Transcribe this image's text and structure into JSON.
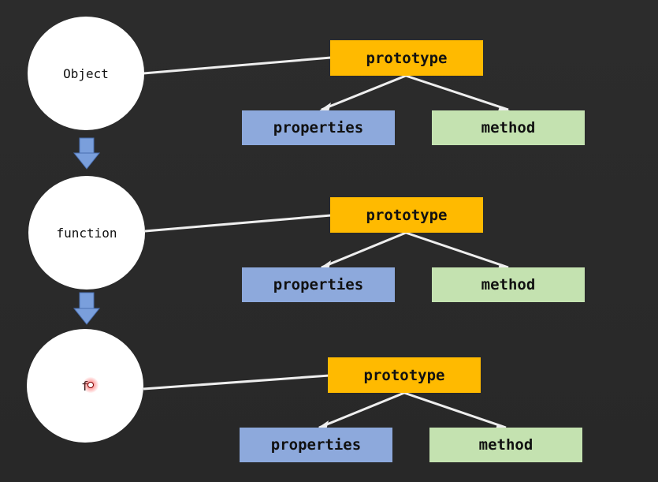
{
  "colors": {
    "background": "#2b2b2b",
    "circle": "#ffffff",
    "prototype": "#ffba00",
    "properties": "#8da9dc",
    "method": "#c4e2b0",
    "arrow": "#7a9fdc",
    "connector": "#eeeeee"
  },
  "rows": [
    {
      "node": "Object",
      "prototype": "prototype",
      "properties": "properties",
      "method": "method"
    },
    {
      "node": "function",
      "prototype": "prototype",
      "properties": "properties",
      "method": "method"
    },
    {
      "node": "f",
      "prototype": "prototype",
      "properties": "properties",
      "method": "method"
    }
  ]
}
